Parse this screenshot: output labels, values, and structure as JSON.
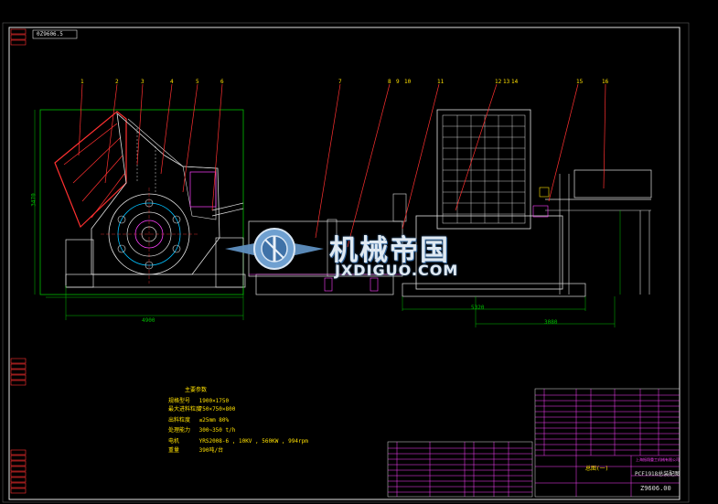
{
  "drawing_number_top": "0Z9606.5",
  "callouts": [
    "1",
    "2",
    "3",
    "4",
    "5",
    "6",
    "7",
    "8",
    "9",
    "10",
    "11",
    "12",
    "13",
    "14",
    "15",
    "16"
  ],
  "dimensions": {
    "height_left": "3470",
    "width_left": "4900",
    "length_mid": "5320",
    "length_right": "3080"
  },
  "specs": {
    "title": "主要参数",
    "rows": [
      {
        "key": "规格型号",
        "value": "1900×1750"
      },
      {
        "key": "最大进料粒度",
        "value": "750×750×800"
      },
      {
        "key": "出料粒度",
        "value": "≤25mm 80%"
      },
      {
        "key": "处理能力",
        "value": "300~350 t/h"
      },
      {
        "key": "电机",
        "value": "YRS2008-6 , 10KV , 560KW , 994rpm"
      },
      {
        "key": "重量",
        "value": "390吨/台"
      }
    ]
  },
  "watermark": {
    "cn": "机械帝国",
    "en": "JXDIGUO.COM"
  },
  "titleblock": {
    "company": "上海振翔重工机械有限公司",
    "drawing_title": "PCF1918总装配图",
    "drawing_no": "Z9606.00",
    "sheet": "总图(一)"
  }
}
